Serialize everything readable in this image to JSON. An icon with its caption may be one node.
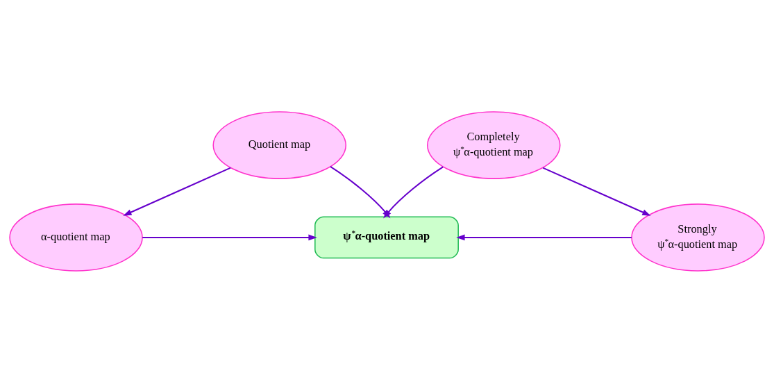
{
  "diagram": {
    "nodes": [
      {
        "text": [
          "Quotient map"
        ]
      },
      {
        "text": [
          "Completely ψ$^{*}$α-quotient map"
        ]
      },
      {
        "text": [
          "ψ$^{*}$α-quotient map"
        ]
      },
      {
        "text": [
          "α-quotient map"
        ]
      },
      {
        "text": [
          "Strongly ψ$^{*}$α-quotient map"
        ]
      }
    ],
    "edges": [
      {
        "from": 0,
        "to": 2,
        "arrow": "to"
      },
      {
        "from": 1,
        "to": 2,
        "arrow": "to"
      },
      {
        "from": 0,
        "to": 3,
        "arrow": "to"
      },
      {
        "from": 1,
        "to": 4,
        "arrow": "to"
      },
      {
        "from": 3,
        "to": 2,
        "arrow": "to"
      },
      {
        "from": 4,
        "to": 2,
        "arrow": "to"
      }
    ]
  }
}
